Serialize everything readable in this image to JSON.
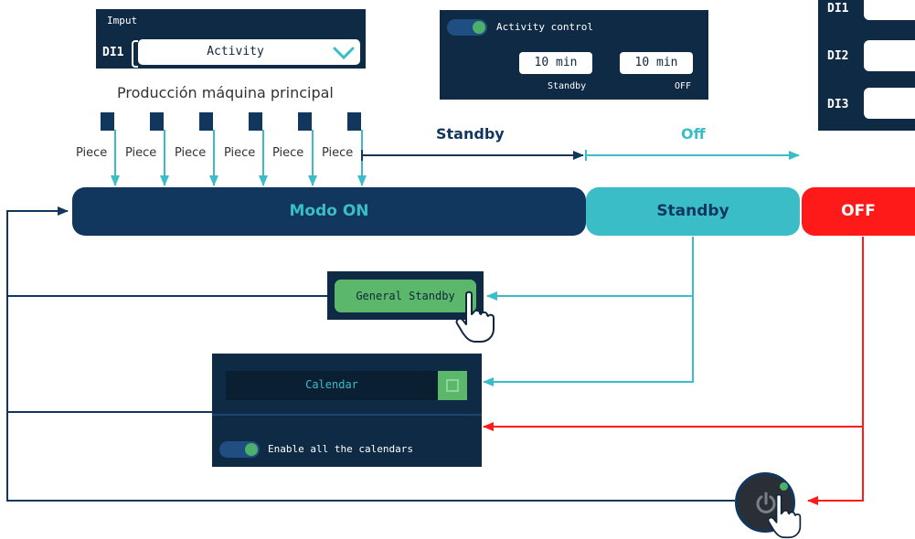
{
  "input_panel": {
    "title": "Imput",
    "di_label": "DI1",
    "value": "Activity",
    "caption": "Producción máquina principal"
  },
  "activity_panel": {
    "title": "Activity control",
    "standby_value": "10 min",
    "off_value": "10 min",
    "standby_label": "Standby",
    "off_label": "OFF"
  },
  "di_panel": {
    "items": [
      "DI1",
      "DI2",
      "DI3"
    ]
  },
  "timeline": {
    "pieces": [
      "Piece",
      "Piece",
      "Piece",
      "Piece",
      "Piece",
      "Piece"
    ],
    "standby_label": "Standby",
    "off_label": "Off"
  },
  "states": {
    "on": "Modo ON",
    "standby": "Standby",
    "off": "OFF"
  },
  "general_standby": {
    "label": "General Standby"
  },
  "calendar": {
    "label": "Calendar",
    "toggle_label": "Enable all the calendars"
  },
  "colors": {
    "navy": "#12375e",
    "teal": "#3bbdc8",
    "red": "#ff1a1a",
    "green": "#5bb86b",
    "panel": "#0f2a44"
  },
  "icons": [
    "chevron-down-icon",
    "hand-pointer-icon",
    "power-icon",
    "calendar-icon"
  ]
}
